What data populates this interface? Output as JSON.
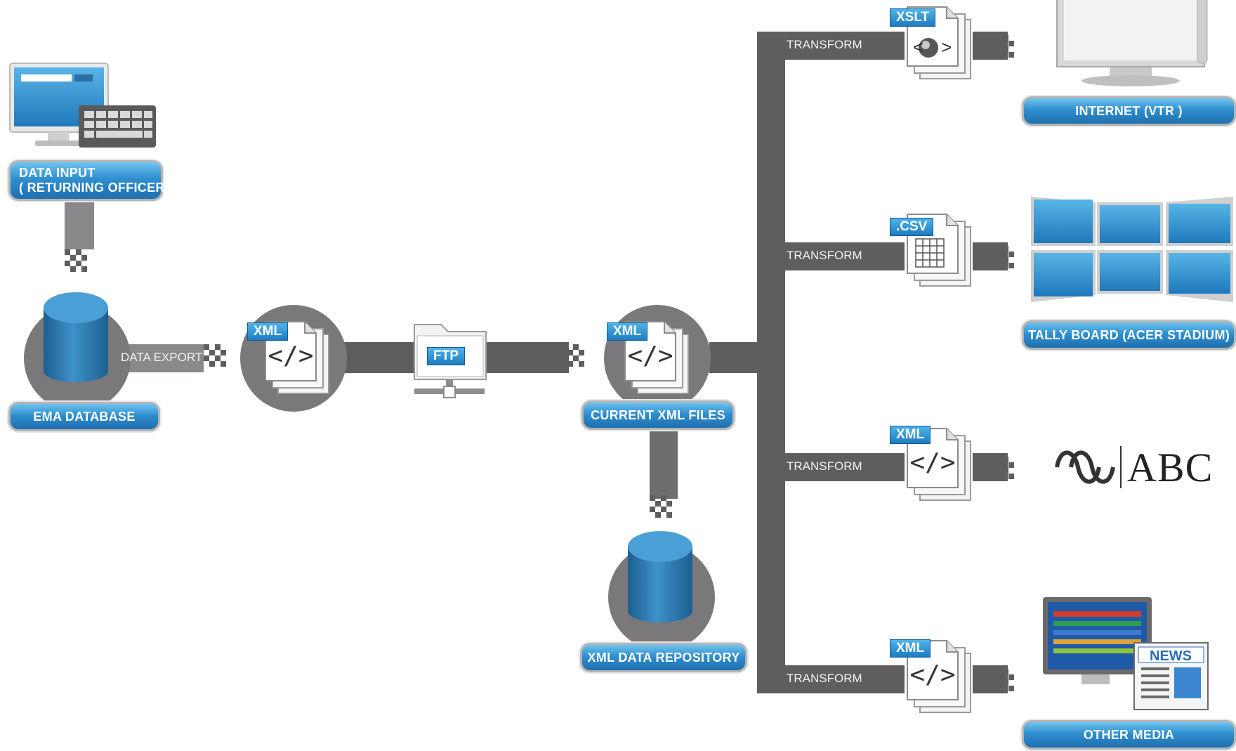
{
  "nodes": {
    "data_input": [
      "DATA INPUT",
      "( RETURNING OFFICERS )"
    ],
    "ema_database": "EMA DATABASE",
    "current_xml_files": "CURRENT  XML FILES",
    "xml_data_repository": "XML DATA REPOSITORY",
    "internet": "INTERNET (VTR )",
    "tally_board": "TALLY BOARD (ACER STADIUM)",
    "abc": "ABC",
    "other_media": "OTHER MEDIA"
  },
  "edge_labels": {
    "data_export": "DATA EXPORT",
    "transform": [
      "TRANSFORM",
      "TRANSFORM",
      "TRANSFORM",
      "TRANSFORM"
    ]
  },
  "file_tags": {
    "export_xml": "XML",
    "ftp": "FTP",
    "current_xml": "XML",
    "xslt": "XSLT",
    "csv": ".CSV",
    "abc_xml": "XML",
    "other_xml": "XML"
  },
  "icons": {
    "keyboard_monitor": "desktop-computer-icon",
    "database": "database-cylinder-icon",
    "xml_document": "xml-document-icon",
    "ftp_folder": "ftp-network-folder-icon",
    "web_globe": "globe-icon",
    "spreadsheet": "spreadsheet-chart-icon",
    "tv": "television-icon",
    "newspaper": "newspaper-icon",
    "news_text": "NEWS"
  },
  "colors": {
    "connector": "#5f5d5e",
    "pill_blue": "#2f8fd0",
    "disk_gray": "#7a787a"
  }
}
